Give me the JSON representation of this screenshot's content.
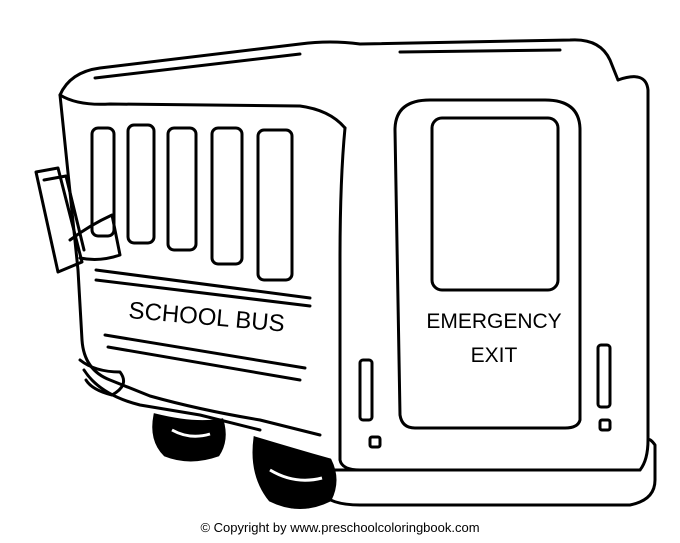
{
  "illustration": {
    "side_label": "SCHOOL BUS",
    "door_label_line1": "EMERGENCY",
    "door_label_line2": "EXIT"
  },
  "footer": {
    "copyright": "© Copyright by www.preschoolcoloringbook.com"
  }
}
